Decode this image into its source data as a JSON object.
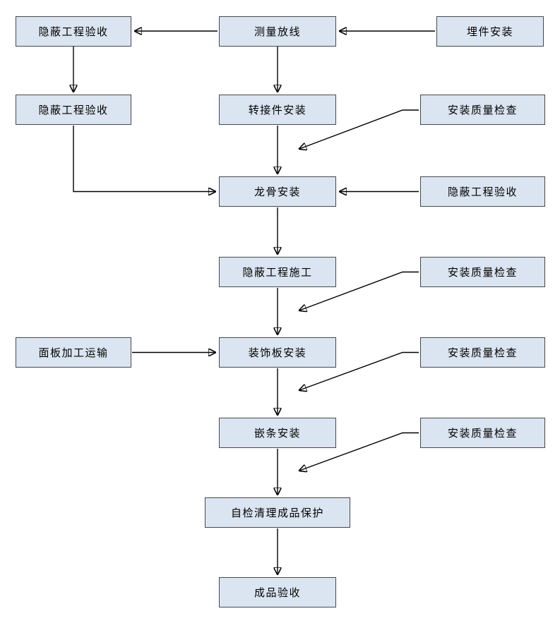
{
  "diagram": {
    "type": "flowchart",
    "colors": {
      "background": "#ffffff",
      "node_fill": "#dbe5f1",
      "node_border": "#45484d",
      "arrow": "#000000"
    },
    "nodes": [
      {
        "label": "隐蔽工程验收"
      },
      {
        "label": "测量放线"
      },
      {
        "label": "埋件安装"
      },
      {
        "label": "隐蔽工程验收"
      },
      {
        "label": "转接件安装"
      },
      {
        "label": "安装质量检查"
      },
      {
        "label": "龙骨安装"
      },
      {
        "label": "隐蔽工程验收"
      },
      {
        "label": "隐蔽工程施工"
      },
      {
        "label": "安装质量检查"
      },
      {
        "label": "面板加工运输"
      },
      {
        "label": "装饰板安装"
      },
      {
        "label": "安装质量检查"
      },
      {
        "label": "嵌条安装"
      },
      {
        "label": "安装质量检查"
      },
      {
        "label": "自检清理成品保护"
      },
      {
        "label": "成品验收"
      }
    ]
  }
}
